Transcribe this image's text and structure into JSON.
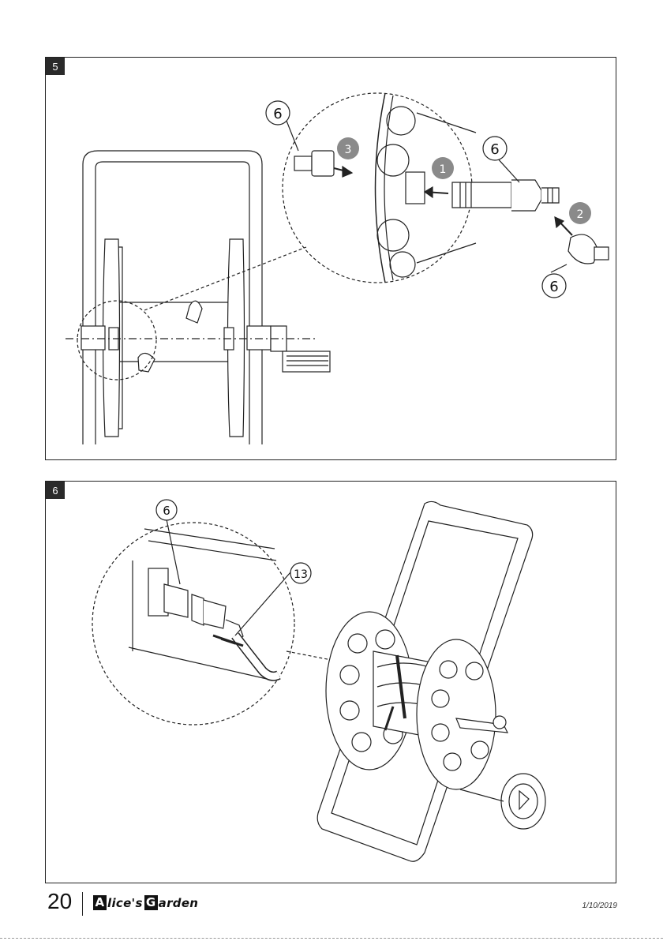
{
  "steps": [
    {
      "number": "5",
      "callouts": {
        "part_left": "6",
        "part_right_top": "6",
        "part_right_bottom": "6",
        "action_1": "1",
        "action_2": "2",
        "action_3": "3"
      }
    },
    {
      "number": "6",
      "callouts": {
        "part_connector": "6",
        "part_hose": "13"
      }
    }
  ],
  "footer": {
    "page_number": "20",
    "brand_cap1": "A",
    "brand_mid": "lice's",
    "brand_cap2": "G",
    "brand_end": "arden",
    "date": "1/10/2019"
  }
}
